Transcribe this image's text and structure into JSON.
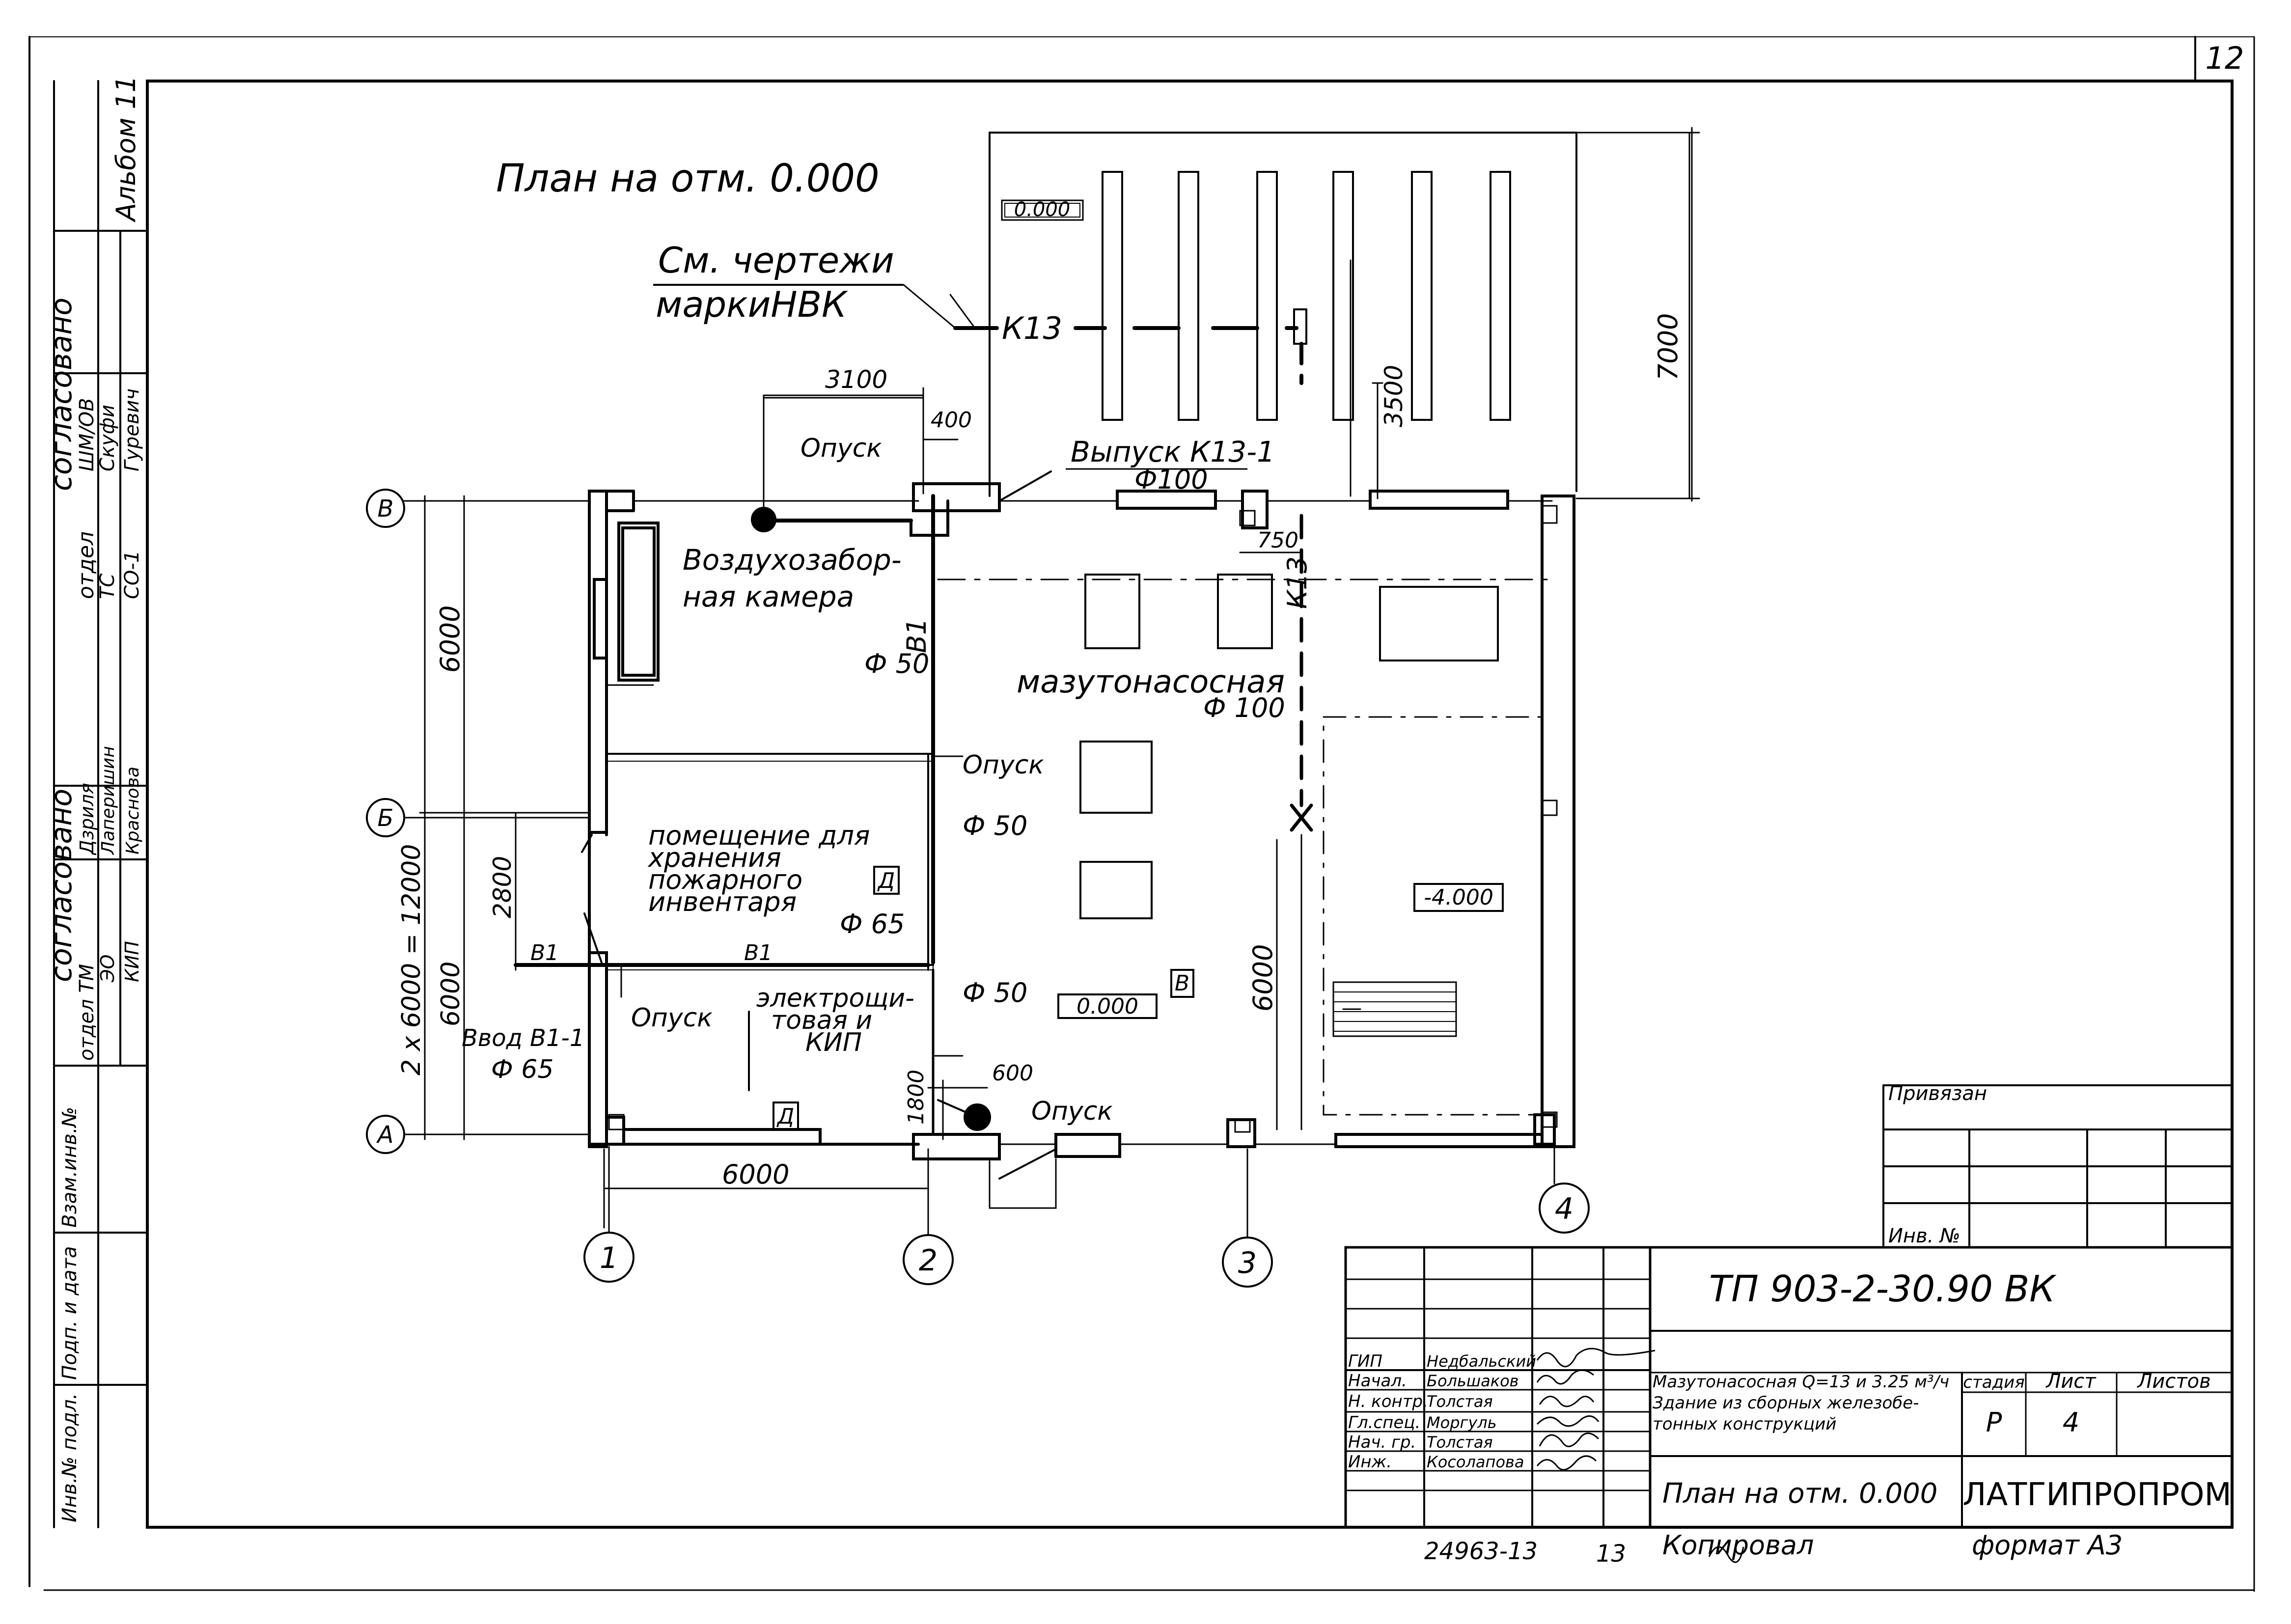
{
  "sheet": {
    "page_number": "12",
    "album": "Альбом 11"
  },
  "plan": {
    "title": "План на отм. 0.000",
    "note_line1": "См. чертежи",
    "note_line2": "маркиНВК",
    "rooms": {
      "air_chamber_1": "Воздухозабор-",
      "air_chamber_2": "ная камера",
      "pump_room": "мазутонасосная",
      "fire_store_1": "помещение для",
      "fire_store_2": "хранения",
      "fire_store_3": "пожарного",
      "fire_store_4": "инвентаря",
      "electro_1": "электрощи-",
      "electro_2": "товая и",
      "electro_3": "КИП"
    },
    "levels": {
      "top": "0.000",
      "middle": "0.000",
      "pit": "-4.000"
    },
    "pipes": {
      "k13": "К13",
      "k13_vertical": "К13",
      "b1_vertical": "В1",
      "b1_left": "В1",
      "b1_mid": "В1",
      "vypusk": "Выпуск К13-1",
      "phi100_a": "Ф100",
      "phi100_b": "Ф 100",
      "phi50_a": "Ф 50",
      "phi50_b": "Ф 50",
      "phi50_c": "Ф 50",
      "phi65": "Ф 65",
      "vvod": "Ввод В1-1",
      "vvod_phi": "Ф 65",
      "opusk1": "Опуск",
      "opusk2": "Опуск",
      "opusk3": "Опуск",
      "opusk4": "Опуск"
    },
    "marks": {
      "d1": "Д",
      "d2": "Д",
      "v": "В"
    },
    "dims": {
      "d3100": "3100",
      "d400": "400",
      "d3500": "3500",
      "d7000": "7000",
      "d750": "750",
      "d6000_left": "6000",
      "d2x6000": "2 x 6000 = 12000",
      "d2800": "2800",
      "d6000_left2": "6000",
      "d1800": "1800",
      "d600": "600",
      "d6000_bottom": "6000",
      "d6000_right": "6000"
    },
    "axes": {
      "a": "А",
      "b": "Б",
      "v": "В",
      "n1": "1",
      "n2": "2",
      "n3": "3",
      "n4": "4"
    }
  },
  "left_strip": {
    "soglasovano_top": "согласовано",
    "soglasovano_bottom": "согласовано",
    "rows_top": [
      [
        "отдел",
        "ШМ/ОВ"
      ],
      [
        "ТС",
        "Скуфи"
      ],
      [
        "СО-1",
        "Гуревич"
      ]
    ],
    "rows_bottom": [
      [
        "отдел ТМ",
        "Дзриля"
      ],
      [
        "ЭО",
        "Лаперишин"
      ],
      [
        "КИП",
        "Краснова"
      ]
    ],
    "fields": [
      "Взам.инв.№",
      "Подп. и дата",
      "Инв.№ подл."
    ]
  },
  "privyazan": {
    "label": "Привязан",
    "inv": "Инв. №"
  },
  "title_block": {
    "code": "ТП 903-2-30.90   ВК",
    "roles": [
      "ГИП",
      "Начал.",
      "Н. контр.",
      "Гл.спец.",
      "Нач. гр.",
      "Инж."
    ],
    "names": [
      "Недбальский",
      "Большаков",
      "Толстая",
      "Моргуль",
      "Толстая",
      "Косолапова"
    ],
    "description_1": "Мазутонасосная Q=13 и 3.25 м³/ч",
    "description_2": "Здание из сборных железобе-",
    "description_3": "тонных конструкций",
    "stage_hdr": "стадия",
    "sheet_hdr": "Лист",
    "sheets_hdr": "Листов",
    "stage": "Р",
    "sheet": "4",
    "drawing_title": "План на отм. 0.000",
    "org": "ЛАТГИПРОПРОМ"
  },
  "footer": {
    "number": "24963-13",
    "page": "13",
    "copied": "Копировал",
    "format": "формат А3"
  }
}
